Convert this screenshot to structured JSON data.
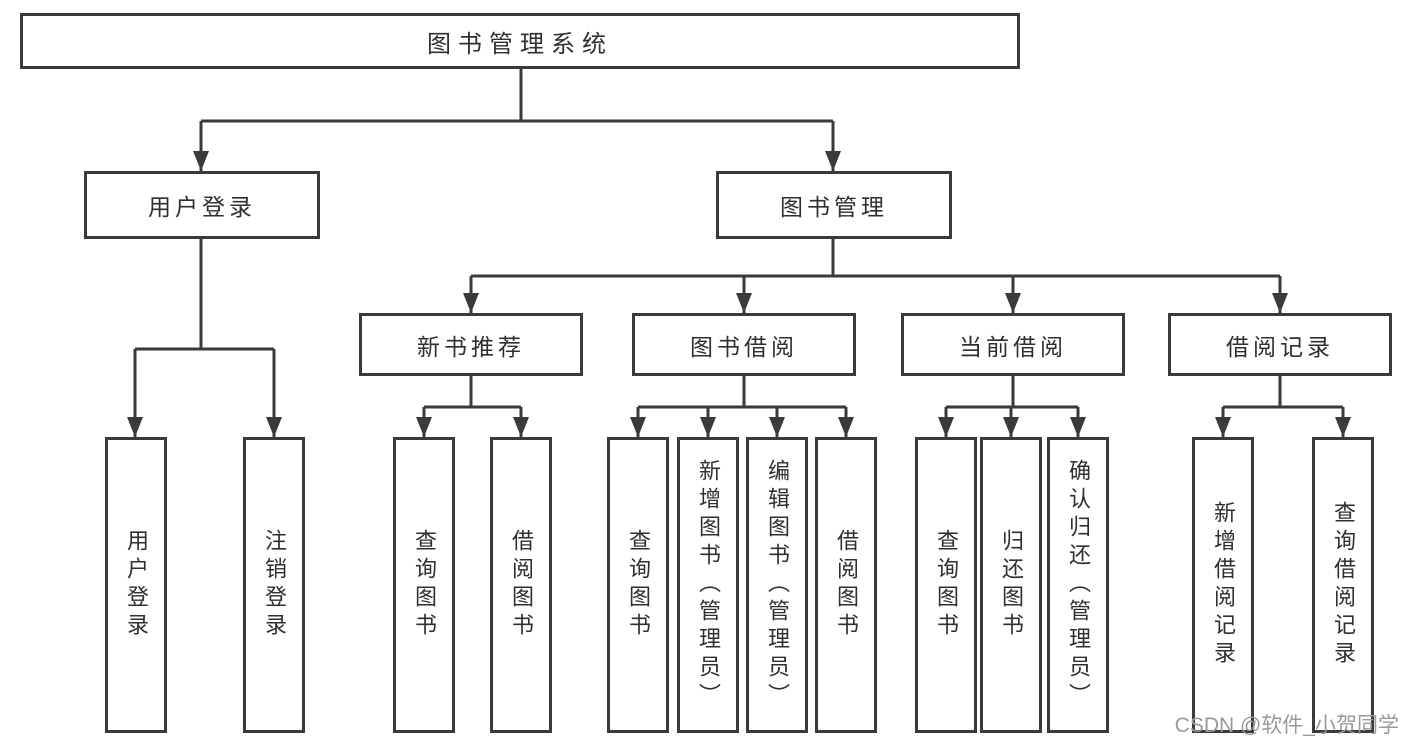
{
  "watermark": "CSDN @软件_小贺同学",
  "colors": {
    "line": "#3a3a3a",
    "box_border": "#3a3a3a",
    "text": "#2f2f2f",
    "watermark": "#9a9a9a",
    "background": "#ffffff"
  },
  "tree": {
    "label": "图书管理系统",
    "children": [
      {
        "label": "用户登录",
        "children": [
          {
            "label": "用户登录"
          },
          {
            "label": "注销登录"
          }
        ]
      },
      {
        "label": "图书管理",
        "children": [
          {
            "label": "新书推荐",
            "children": [
              {
                "label": "查询图书"
              },
              {
                "label": "借阅图书"
              }
            ]
          },
          {
            "label": "图书借阅",
            "children": [
              {
                "label": "查询图书"
              },
              {
                "label": "新增图书（管理员）"
              },
              {
                "label": "编辑图书（管理员）"
              },
              {
                "label": "借阅图书"
              }
            ]
          },
          {
            "label": "当前借阅",
            "children": [
              {
                "label": "查询图书"
              },
              {
                "label": "归还图书"
              },
              {
                "label": "确认归还（管理员）"
              }
            ]
          },
          {
            "label": "借阅记录",
            "children": [
              {
                "label": "新增借阅记录"
              },
              {
                "label": "查询借阅记录"
              }
            ]
          }
        ]
      }
    ]
  }
}
